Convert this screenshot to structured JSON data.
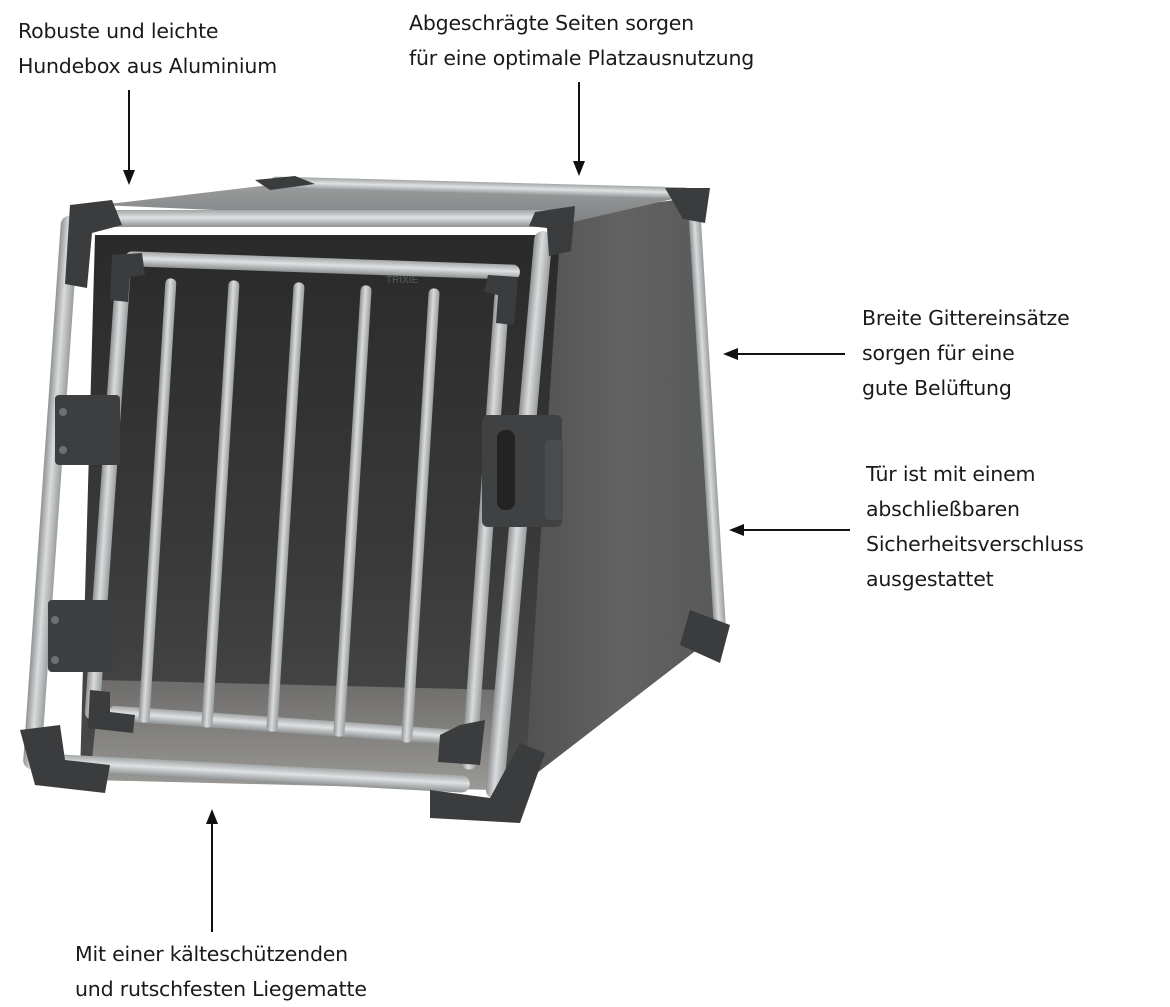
{
  "callouts": {
    "top_left": {
      "lines": [
        "Robuste und leichte",
        "Hundebox aus Aluminium"
      ],
      "arrow": "down"
    },
    "top_right": {
      "lines": [
        "Abgeschrägte Seiten sorgen",
        "für eine optimale Platzausnutzung"
      ],
      "arrow": "down"
    },
    "ventilation": {
      "lines": [
        "Breite Gittereinsätze",
        "sorgen für eine",
        "gute Belüftung"
      ],
      "arrow": "left"
    },
    "lock": {
      "lines": [
        "Tür ist mit einem",
        "abschließbaren",
        "Sicherheitsverschluss",
        "ausgestattet"
      ],
      "arrow": "left"
    },
    "mat": {
      "lines": [
        "Mit einer kälteschützenden",
        "und rutschfesten Liegematte"
      ],
      "arrow": "up"
    }
  },
  "product": {
    "name": "aluminium-dog-crate",
    "brand_mark": "TRIXIE",
    "colors": {
      "body": "#5a5a5a",
      "frame_tube": "#b9bcbd",
      "corner": "#3a3b3c",
      "mat": "#8c8b89"
    }
  }
}
